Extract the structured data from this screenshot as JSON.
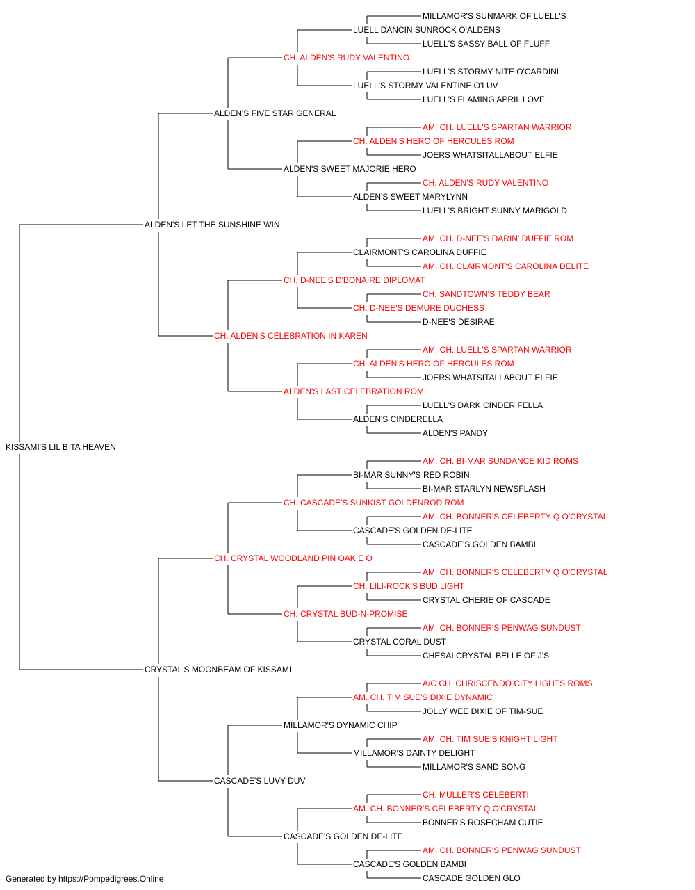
{
  "colors": {
    "line": "#000000",
    "normal": "#000000",
    "champion": "#ff0000"
  },
  "pedigree": {
    "name": "KISSAMI'S LIL BITA HEAVEN",
    "ch": false,
    "sire": {
      "name": "ALDEN'S LET THE SUNSHINE WIN",
      "ch": false,
      "sire": {
        "name": "ALDEN'S FIVE STAR GENERAL",
        "ch": false,
        "sire": {
          "name": "CH. ALDEN'S RUDY VALENTINO",
          "ch": true,
          "sire": {
            "name": "LUELL DANCIN SUNROCK O'ALDENS",
            "ch": false,
            "sire": {
              "name": "MILLAMOR'S SUNMARK OF LUELL'S",
              "ch": false
            },
            "dam": {
              "name": "LUELL'S SASSY BALL OF FLUFF",
              "ch": false
            }
          },
          "dam": {
            "name": "LUELL'S STORMY VALENTINE O'LUV",
            "ch": false,
            "sire": {
              "name": "LUELL'S STORMY NITE O'CARDINL",
              "ch": false
            },
            "dam": {
              "name": "LUELL'S FLAMING APRIL LOVE",
              "ch": false
            }
          }
        },
        "dam": {
          "name": "ALDEN'S SWEET MAJORIE HERO",
          "ch": false,
          "sire": {
            "name": "CH. ALDEN'S HERO OF HERCULES ROM",
            "ch": true,
            "sire": {
              "name": "AM. CH. LUELL'S SPARTAN WARRIOR",
              "ch": true
            },
            "dam": {
              "name": "JOERS WHATSITALLABOUT ELFIE",
              "ch": false
            }
          },
          "dam": {
            "name": "ALDEN'S SWEET MARYLYNN",
            "ch": false,
            "sire": {
              "name": "CH. ALDEN'S RUDY VALENTINO",
              "ch": true
            },
            "dam": {
              "name": "LUELL'S BRIGHT SUNNY MARIGOLD",
              "ch": false
            }
          }
        }
      },
      "dam": {
        "name": "CH. ALDEN'S CELEBRATION IN KAREN",
        "ch": true,
        "sire": {
          "name": "CH. D-NEE'S D'BONAIRE DIPLOMAT",
          "ch": true,
          "sire": {
            "name": "CLAIRMONT'S CAROLINA DUFFIE",
            "ch": false,
            "sire": {
              "name": "AM. CH. D-NEE'S DARIN' DUFFIE ROM",
              "ch": true
            },
            "dam": {
              "name": "AM. CH. CLAIRMONT'S CAROLINA DELITE",
              "ch": true
            }
          },
          "dam": {
            "name": "CH. D-NEE'S DEMURE DUCHESS",
            "ch": true,
            "sire": {
              "name": "CH. SANDTOWN'S TEDDY BEAR",
              "ch": true
            },
            "dam": {
              "name": "D-NEE'S DESIRAE",
              "ch": false
            }
          }
        },
        "dam": {
          "name": "ALDEN'S LAST CELEBRATION ROM",
          "ch": true,
          "sire": {
            "name": "CH. ALDEN'S HERO OF HERCULES ROM",
            "ch": true,
            "sire": {
              "name": "AM. CH. LUELL'S SPARTAN WARRIOR",
              "ch": true
            },
            "dam": {
              "name": "JOERS WHATSITALLABOUT ELFIE",
              "ch": false
            }
          },
          "dam": {
            "name": "ALDEN'S CINDERELLA",
            "ch": false,
            "sire": {
              "name": "LUELL'S DARK CINDER FELLA",
              "ch": false
            },
            "dam": {
              "name": "ALDEN'S PANDY",
              "ch": false
            }
          }
        }
      }
    },
    "dam": {
      "name": "CRYSTAL'S MOONBEAM OF KISSAMI",
      "ch": false,
      "sire": {
        "name": "CH. CRYSTAL WOODLAND PIN OAK E O",
        "ch": true,
        "sire": {
          "name": "CH. CASCADE'S SUNKIST GOLDENROD ROM",
          "ch": true,
          "sire": {
            "name": "BI-MAR SUNNY'S RED ROBIN",
            "ch": false,
            "sire": {
              "name": "AM. CH. BI-MAR SUNDANCE KID ROMS",
              "ch": true
            },
            "dam": {
              "name": "BI-MAR STARLYN NEWSFLASH",
              "ch": false
            }
          },
          "dam": {
            "name": "CASCADE'S GOLDEN DE-LITE",
            "ch": false,
            "sire": {
              "name": "AM. CH. BONNER'S CELEBERTY Q O'CRYSTAL",
              "ch": true
            },
            "dam": {
              "name": "CASCADE'S GOLDEN BAMBI",
              "ch": false
            }
          }
        },
        "dam": {
          "name": "CH. CRYSTAL BUD-N-PROMISE",
          "ch": true,
          "sire": {
            "name": "CH. LILI-ROCK'S BUD LIGHT",
            "ch": true,
            "sire": {
              "name": "AM. CH. BONNER'S CELEBERTY Q O'CRYSTAL",
              "ch": true
            },
            "dam": {
              "name": "CRYSTAL CHERIE OF CASCADE",
              "ch": false
            }
          },
          "dam": {
            "name": "CRYSTAL CORAL DUST",
            "ch": false,
            "sire": {
              "name": "AM. CH. BONNER'S PENWAG SUNDUST",
              "ch": true
            },
            "dam": {
              "name": "CHESAI CRYSTAL BELLE OF J'S",
              "ch": false
            }
          }
        }
      },
      "dam": {
        "name": "CASCADE'S LUVY DUV",
        "ch": false,
        "sire": {
          "name": "MILLAMOR'S DYNAMIC CHIP",
          "ch": false,
          "sire": {
            "name": "AM. CH. TIM SUE'S DIXIE DYNAMIC",
            "ch": true,
            "sire": {
              "name": "A/C CH. CHRISCENDO CITY LIGHTS ROMS",
              "ch": true
            },
            "dam": {
              "name": "JOLLY WEE DIXIE OF TIM-SUE",
              "ch": false
            }
          },
          "dam": {
            "name": "MILLAMOR'S DAINTY DELIGHT",
            "ch": false,
            "sire": {
              "name": "AM. CH. TIM SUE'S KNIGHT LIGHT",
              "ch": true
            },
            "dam": {
              "name": "MILLAMOR'S SAND SONG",
              "ch": false
            }
          }
        },
        "dam": {
          "name": "CASCADE'S GOLDEN DE-LITE",
          "ch": false,
          "sire": {
            "name": "AM. CH. BONNER'S CELEBERTY Q O'CRYSTAL",
            "ch": true,
            "sire": {
              "name": "CH. MULLER'S CELEBERTI",
              "ch": true
            },
            "dam": {
              "name": "BONNER'S ROSECHAM CUTIE",
              "ch": false
            }
          },
          "dam": {
            "name": "CASCADE'S GOLDEN BAMBI",
            "ch": false,
            "sire": {
              "name": "AM. CH. BONNER'S PENWAG SUNDUST",
              "ch": true
            },
            "dam": {
              "name": "CASCADE GOLDEN GLO",
              "ch": false
            }
          }
        }
      }
    }
  },
  "footer": {
    "text": "Generated by https://Pompedigrees.Online"
  }
}
